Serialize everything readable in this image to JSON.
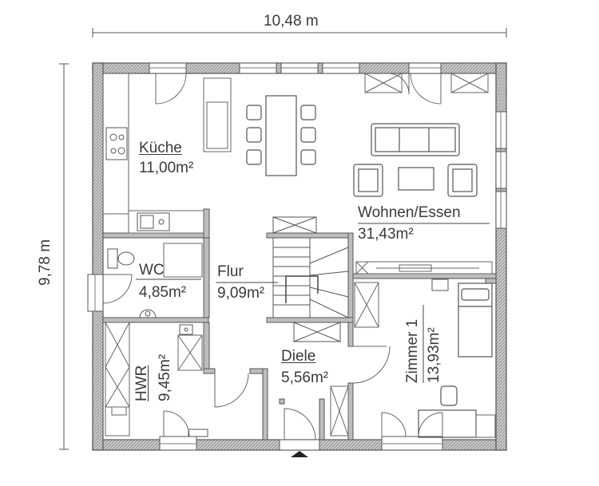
{
  "dimensions": {
    "width": "10,48 m",
    "height": "9,78 m"
  },
  "rooms": {
    "kueche": {
      "name": "Küche",
      "area": "11,00m²"
    },
    "wohnen": {
      "name": "Wohnen/Essen",
      "area": "31,43m²"
    },
    "wc": {
      "name": "WC",
      "area": "4,85m²"
    },
    "flur": {
      "name": "Flur",
      "area": "9,09m²"
    },
    "hwr": {
      "name": "HWR",
      "area": "9,45m²"
    },
    "diele": {
      "name": "Diele",
      "area": "5,56m²"
    },
    "zimmer1": {
      "name": "Zimmer 1",
      "area": "13,93m²"
    }
  },
  "colors": {
    "wall_fill": "#bdbdbd",
    "wall_stroke": "#555555",
    "line": "#666666",
    "text": "#3a3a3a"
  }
}
